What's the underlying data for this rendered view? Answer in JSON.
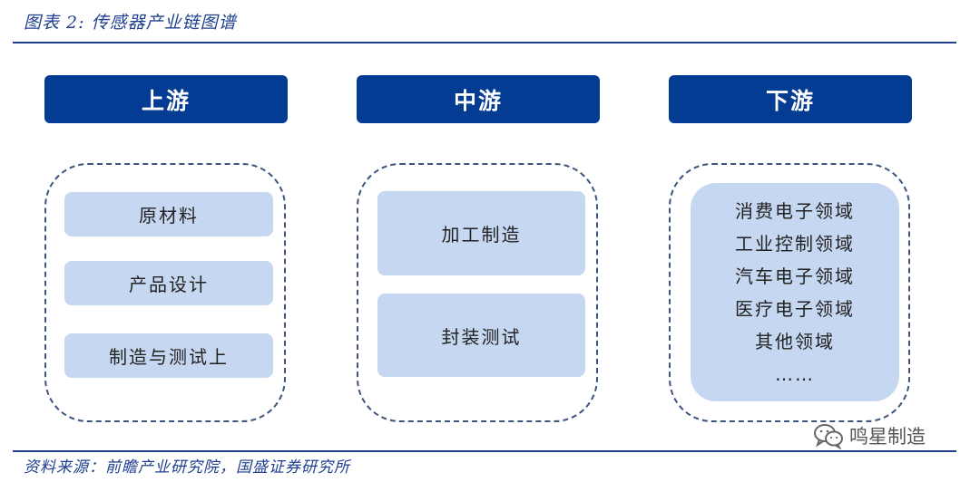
{
  "figure": {
    "title": "图表 2:  传感器产业链图谱",
    "source": "资料来源：前瞻产业研究院，国盛证券研究所"
  },
  "columns": [
    {
      "header": "上游",
      "items": [
        "原材料",
        "产品设计",
        "制造与测试上"
      ]
    },
    {
      "header": "中游",
      "items": [
        "加工制造",
        "封装测试"
      ]
    },
    {
      "header": "下游",
      "items": [
        "消费电子领域",
        "工业控制领域",
        "汽车电子领域",
        "医疗电子领域",
        "其他领域",
        "……"
      ]
    }
  ],
  "watermark": {
    "text": "鸣星制造",
    "icon": "wechat-icon"
  },
  "colors": {
    "header_bg": "#043b93",
    "item_bg": "#c6d7f1",
    "border": "#3d557e",
    "accent": "#1f3f8f"
  }
}
